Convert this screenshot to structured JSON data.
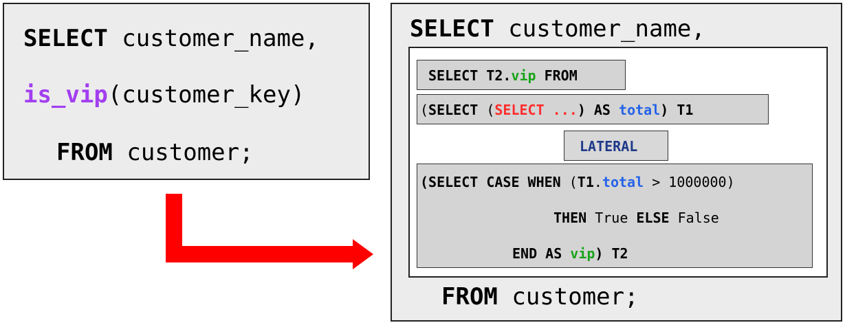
{
  "colors": {
    "function_purple": "#a23ff0",
    "red": "#ff2d2d",
    "blue": "#2563e8",
    "green": "#1aa31a",
    "dark_blue": "#1f3a8a",
    "arrow": "#ff0000"
  },
  "original_query": {
    "line1_keyword": "SELECT",
    "line1_rest": " customer_name,",
    "line2_function": "is_vip",
    "line2_rest": "(customer_key)",
    "line3_keyword": "FROM",
    "line3_rest": " customer;"
  },
  "rewritten_query": {
    "header_keyword": "SELECT",
    "header_rest": " customer_name,",
    "box1": {
      "prefix": "SELECT T2.",
      "vip": "vip",
      "suffix": " FROM"
    },
    "box2": {
      "open": "(",
      "select_kw": "SELECT",
      "space_paren": " (",
      "subquery": "SELECT ...",
      "close_as": ") AS ",
      "total": "total",
      "tail": ") T1"
    },
    "lateral": "LATERAL",
    "box3": {
      "line1_kw": "(SELECT CASE WHEN",
      "line1_paren": " (",
      "line1_t1": "T1",
      "line1_dot": ".",
      "line1_total": "total",
      "line1_rest": " > 1000000)",
      "line2_then": "THEN",
      "line2_true": " True ",
      "line2_else": "ELSE",
      "line2_false": " False",
      "line3_end_as": "END AS ",
      "line3_vip": "vip",
      "line3_tail": ") T2"
    },
    "footer_keyword": "FROM",
    "footer_rest": " customer;"
  }
}
